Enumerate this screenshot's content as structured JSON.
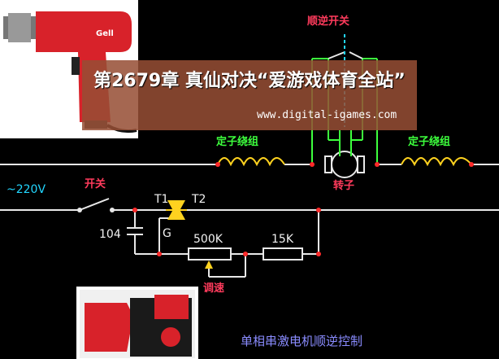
{
  "overlay": {
    "title": "第2679章 真仙对决“爱游戏体育全站”",
    "url": "www.digital-igames.com"
  },
  "labels": {
    "reversing_switch": "顺逆开关",
    "stator_left": "定子绕组",
    "stator_right": "定子绕组",
    "rotor": "转子",
    "switch": "开关",
    "voltage": "~220V",
    "t1": "T1",
    "t2": "T2",
    "gate": "G",
    "capacitor": "104",
    "pot": "500K",
    "resistor": "15K",
    "speed_adjust": "调速",
    "footer": "单相串激电机顺逆控制"
  },
  "drill_brand": "Gell",
  "colors": {
    "background": "#000000",
    "wire_white": "#e8e8e8",
    "wire_green": "#3dff3d",
    "node_red": "#ff2a2a",
    "coil_yellow": "#ffd21f",
    "label_red": "#ff3b5c",
    "label_green": "#3dff3d",
    "label_cyan": "#22d6ff",
    "footer_blue": "#8a8cff"
  }
}
